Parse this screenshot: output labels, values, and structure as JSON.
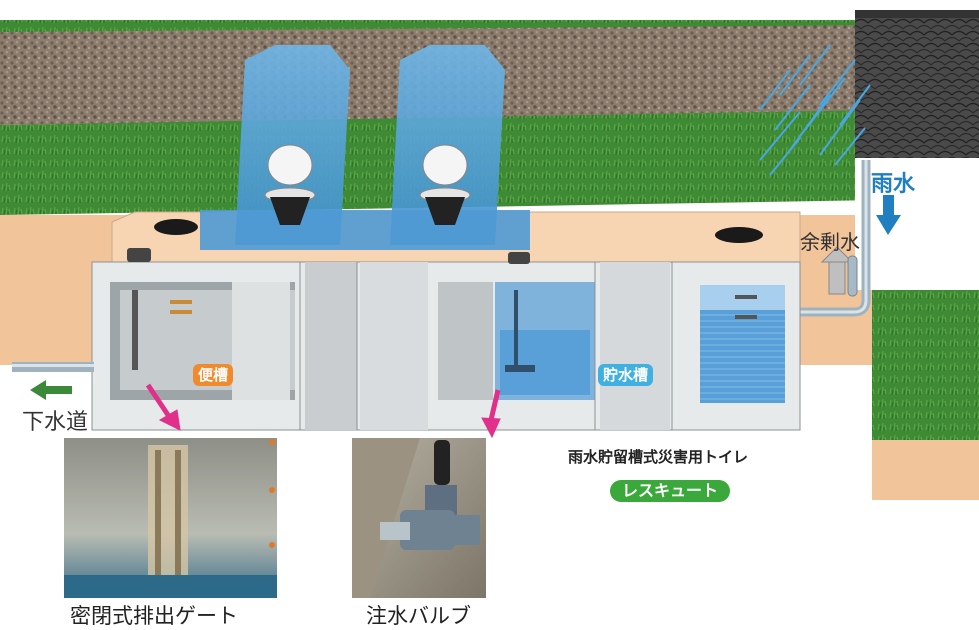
{
  "labels": {
    "rainwater": "雨水",
    "surplus_water": "余剰水",
    "sewer": "下水道",
    "toilet_tank": "便槽",
    "storage_tank": "貯水槽",
    "system_title": "雨水貯留槽式災害用トイレ",
    "product_name": "レスキュート",
    "gate_caption": "密閉式排出ゲート",
    "valve_caption": "注水バルブ"
  },
  "colors": {
    "rain_blue": "#1f7fc0",
    "toilet_tank_badge": "#f08a2c",
    "storage_tank_badge": "#3fb0e0",
    "product_badge": "#3aa83a",
    "sewer_arrow": "#3a8a3a",
    "pointer_arrow": "#e0308a"
  }
}
